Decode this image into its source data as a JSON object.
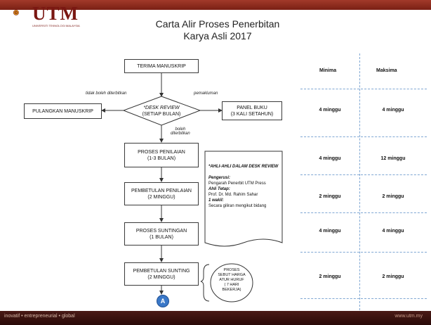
{
  "header": {
    "logo_text": "UTM",
    "logo_subtext": "UNIVERSITI TEKNOLOGI MALAYSIA",
    "title_line1": "Carta Alir Proses Penerbitan",
    "title_line2": "Karya Asli 2017"
  },
  "flow": {
    "terima": "TERIMA MANUSKRIP",
    "desk_review_line1": "*DESK REVIEW",
    "desk_review_line2": "(SETIAP BULAN)",
    "pulangkan": "PULANGKAN MANUSKRIP",
    "panel_line1": "PANEL BUKU",
    "panel_line2": "(3 KALI SETAHUN)",
    "penilaian_line1": "PROSES PENILAIAN",
    "penilaian_line2": "(1-3 BULAN)",
    "pembetulan_penilaian_line1": "PEMBETULAN PENILAIAN",
    "pembetulan_penilaian_line2": "(2 MINGGU)",
    "suntingan_line1": "PROSES SUNTINGAN",
    "suntingan_line2": "(1 BULAN)",
    "pembetulan_sunting_line1": "PEMBETULAN SUNTING",
    "pembetulan_sunting_line2": "(2 MINGGU)",
    "connector": "A",
    "label_tidak": "tidak boleh diterbitkan",
    "label_pemakluman": "pemakluman",
    "label_boleh_line1": "boleh",
    "label_boleh_line2": "diterbitkan"
  },
  "note": {
    "heading": "*AHLI-AHLI DALAM DESK REVIEW",
    "pengerusi_label": "Pengerusi:",
    "pengerusi_value": "Pengarah Penerbit UTM Press",
    "ahli_label": "Ahli Tetap:",
    "ahli_value": "Prof. Dr. Md. Rahim Sahar",
    "wakil_label": "1 wakil:",
    "wakil_value": "Secara giliran mengikut bidang"
  },
  "brace_note": {
    "line1": "PROSES",
    "line2": "SEBUT HARGA",
    "line3": "ATUR HURUF",
    "line4": "( 7 HARI",
    "line5": "BEKERJA)"
  },
  "table": {
    "head_min": "Minima",
    "head_max": "Maksima",
    "rows": [
      {
        "min": "4 minggu",
        "max": "4 minggu"
      },
      {
        "min": "4 minggu",
        "max": "12 minggu"
      },
      {
        "min": "2 minggu",
        "max": "2 minggu"
      },
      {
        "min": "4 minggu",
        "max": "4 minggu"
      },
      {
        "min": "2 minggu",
        "max": "2 minggu"
      }
    ]
  },
  "footer": {
    "left": "inovatif • entrepreneurial • global",
    "right": "www.utm.my"
  },
  "colors": {
    "brand": "#7a1712",
    "accent_line": "#7fa7d3",
    "connector": "#3a78c8"
  }
}
